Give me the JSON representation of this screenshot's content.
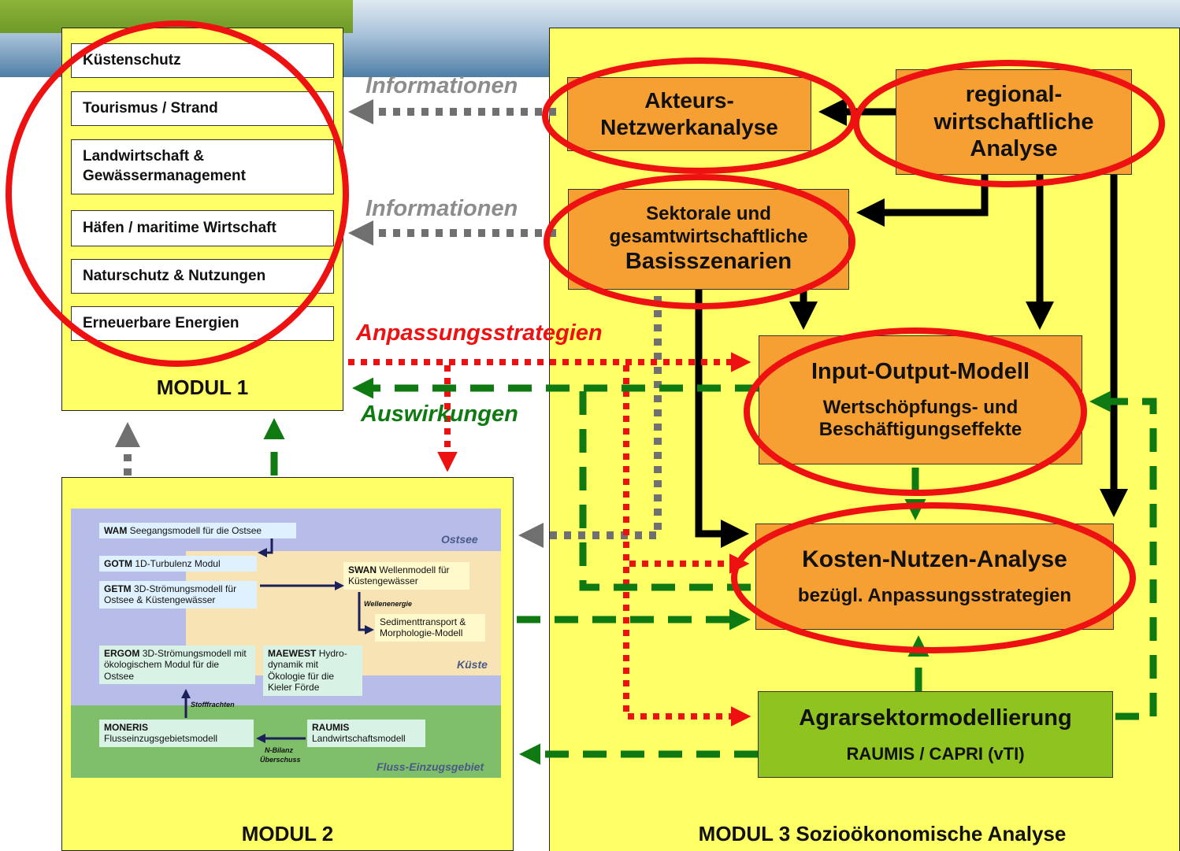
{
  "modul1": {
    "title": "MODUL 1",
    "items": [
      "Küstenschutz",
      "Tourismus / Strand",
      "Landwirtschaft & Gewässermanagement",
      "Häfen / maritime Wirtschaft",
      "Naturschutz & Nutzungen",
      "Erneuerbare Energien"
    ]
  },
  "modul2": {
    "title": "MODUL 2",
    "regions": {
      "ostsee": "Ostsee",
      "kueste": "Küste",
      "fluss": "Fluss-Einzugsgebiet"
    },
    "boxes": {
      "wam_name": "WAM",
      "wam_desc": "Seegangsmodell für die Ostsee",
      "gotm_name": "GOTM",
      "gotm_desc": "1D-Turbulenz Modul",
      "getm_name": "GETM",
      "getm_desc": "3D-Strömungsmodell für Ostsee & Küstengewässer",
      "swan_name": "SWAN",
      "swan_desc": "Wellenmodell für Küstengewässer",
      "sed_desc": "Sedimenttransport & Morphologie-Modell",
      "ergom_name": "ERGOM",
      "ergom_desc": "3D-Strömungsmodell mit ökologischem Modul für die Ostsee",
      "maewest_name": "MAEWEST",
      "maewest_desc": "Hydro-dynamik mit Ökologie für die Kieler Förde",
      "moneris_name": "MONERIS",
      "moneris_desc": "Flusseinzugsgebietsmodell",
      "raumis_name": "RAUMIS",
      "raumis_desc": "Landwirtschaftsmodell"
    },
    "arrow_labels": {
      "wellenenergie": "Wellenenergie",
      "stofffrachten": "Stofffrachten",
      "nbilanz": "N-Bilanz",
      "ueberschuss": "Überschuss"
    }
  },
  "modul3": {
    "title": "MODUL 3  Sozioökonomische Analyse",
    "akteurs": {
      "line1": "Akteurs-",
      "line2": "Netzwerkanalyse"
    },
    "regional": {
      "line1": "regional-",
      "line2": "wirtschaftliche",
      "line3": "Analyse"
    },
    "sektorale": {
      "line1": "Sektorale und",
      "line2": "gesamtwirtschaftliche",
      "line3": "Basisszenarien"
    },
    "io": {
      "title": "Input-Output-Modell",
      "sub1": "Wertschöpfungs- und",
      "sub2": "Beschäftigungseffekte"
    },
    "kna": {
      "title": "Kosten-Nutzen-Analyse",
      "sub": "bezügl. Anpassungsstrategien"
    },
    "agrar": {
      "title": "Agrarsektormodellierung",
      "sub": "RAUMIS / CAPRI (vTI)"
    }
  },
  "labels": {
    "info1": "Informationen",
    "info2": "Informationen",
    "anpassung": "Anpassungsstrategien",
    "auswirkungen": "Auswirkungen"
  },
  "colors": {
    "module_fill": "#ffff66",
    "orange_box": "#f6a033",
    "green_box": "#8fc31f",
    "highlight_ellipse": "#ee1111",
    "info_arrow": "#707070",
    "strategy_arrow": "#ee1111",
    "impact_arrow": "#0f7a12"
  }
}
